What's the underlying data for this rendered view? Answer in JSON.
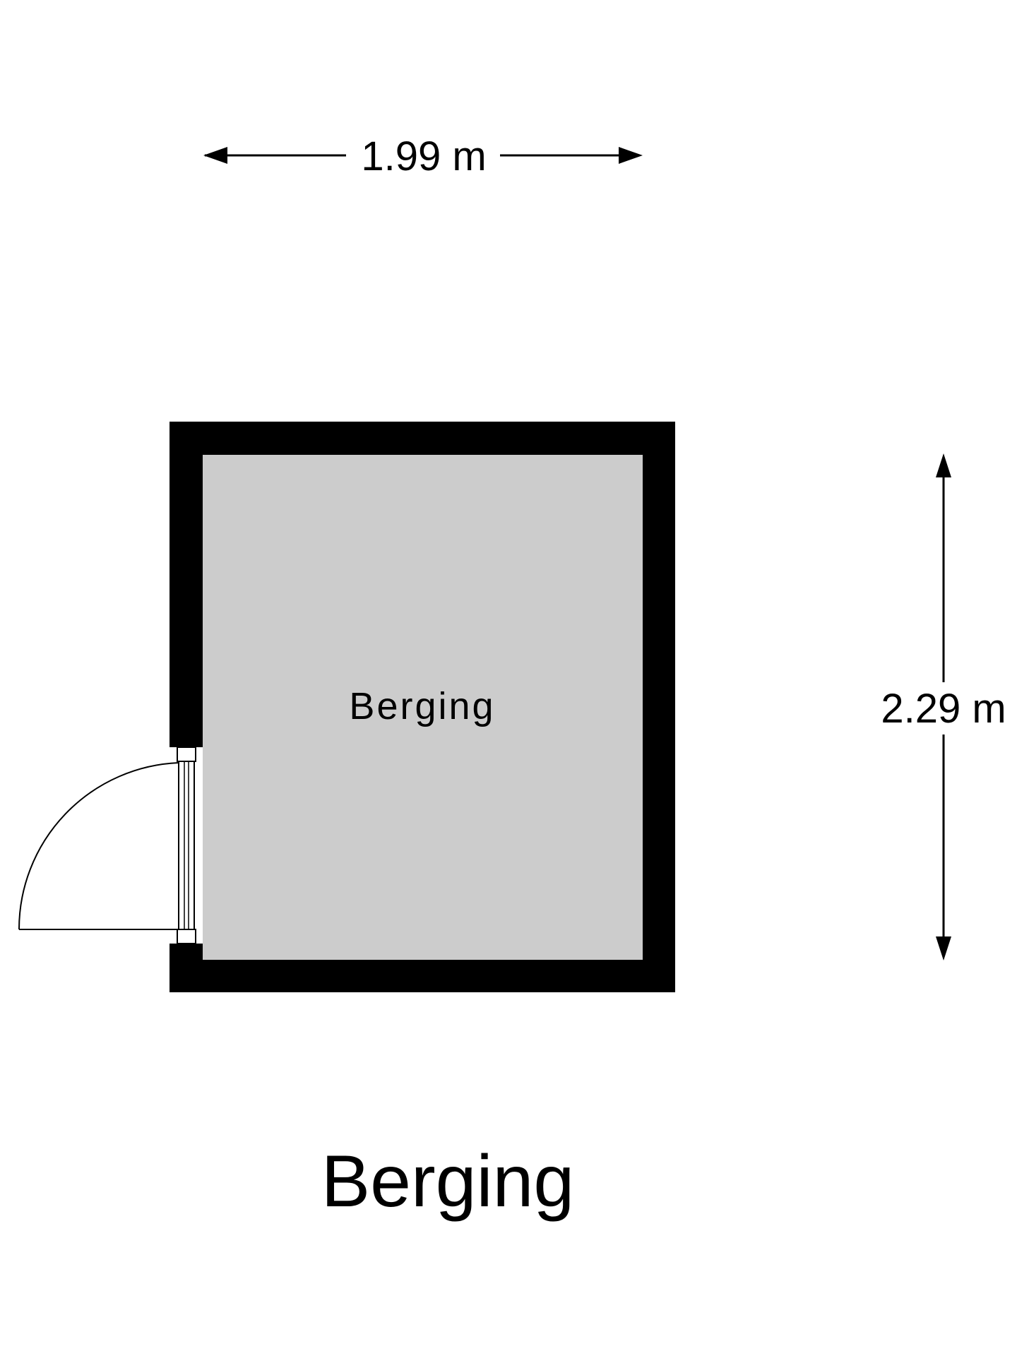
{
  "plan": {
    "title": "Berging",
    "room_label": "Berging",
    "width_dimension": "1.99 m",
    "height_dimension": "2.29 m",
    "colors": {
      "wall": "#000000",
      "floor": "#cccccc",
      "background": "#ffffff",
      "line": "#000000"
    }
  }
}
